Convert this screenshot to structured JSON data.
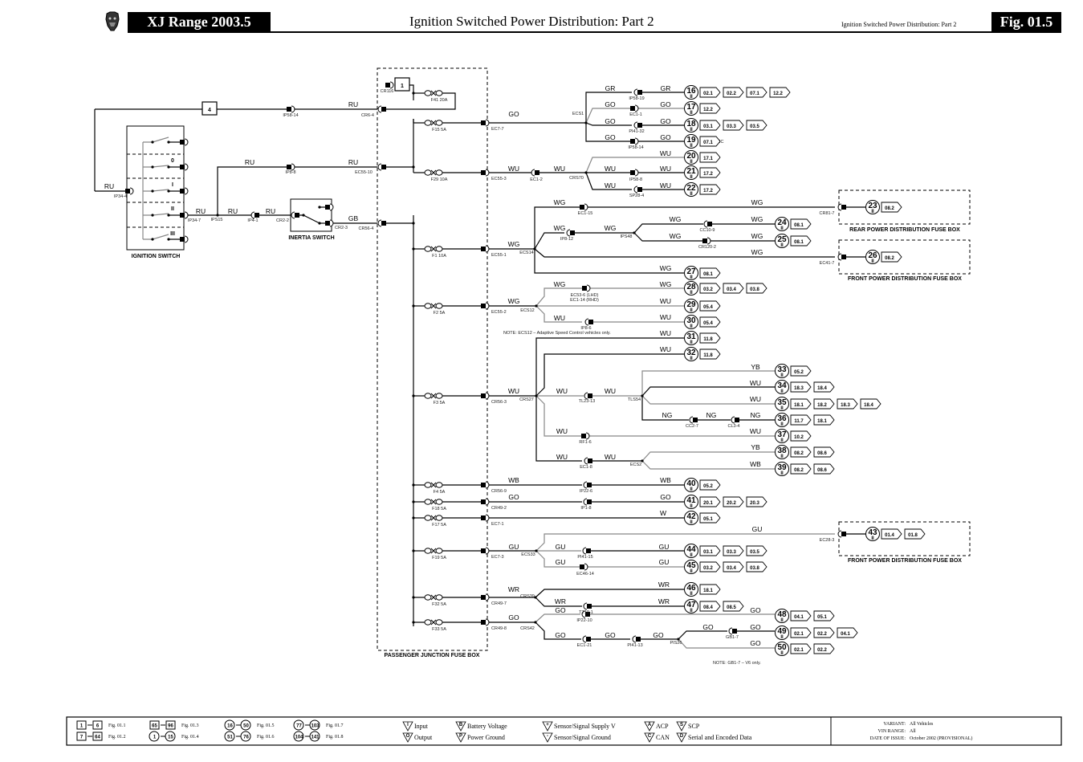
{
  "header": {
    "range": "XJ Range 2003.5",
    "title": "Ignition Switched Power Distribution: Part 2",
    "subtitle": "Ignition Switched Power Distribution: Part 2",
    "fig": "Fig. 01.5",
    "logo_icon": "jaguar-head-icon"
  },
  "components": {
    "ignition_switch": "IGNITION SWITCH",
    "inertia_switch": "INERTIA SWITCH",
    "passenger_box": "PASSENGER JUNCTION FUSE BOX",
    "rear_box": "REAR POWER DISTRIBUTION FUSE BOX",
    "front_box_1": "FRONT POWER DISTRIBUTION FUSE BOX",
    "front_box_2": "FRONT POWER DISTRIBUTION FUSE BOX",
    "switch_positions": [
      "0",
      "I",
      "II",
      "III"
    ]
  },
  "ref_boxes": [
    "4",
    "1"
  ],
  "fuses": [
    "F41 20A",
    "F15 5A",
    "F29 10A",
    "F1 10A",
    "F2 5A",
    "F3 5A",
    "F4 5A",
    "F18 5A",
    "F17 5A",
    "F19 5A",
    "F32 5A",
    "F33 5A"
  ],
  "wire_labels": [
    "RU",
    "RU",
    "RU",
    "RU",
    "RU",
    "RU",
    "RU",
    "GB",
    "GO",
    "WU",
    "WU",
    "GR",
    "GR",
    "GO",
    "GO",
    "GO",
    "GO",
    "GO",
    "GO",
    "WU",
    "WU",
    "WU",
    "WU",
    "WU",
    "WG",
    "WG",
    "WG",
    "WG",
    "WG",
    "WG",
    "WG",
    "WG",
    "WG",
    "WG",
    "WG",
    "WG",
    "WU",
    "WU",
    "WU",
    "WU",
    "WU",
    "WU",
    "WU",
    "WU",
    "YB",
    "WU",
    "WU",
    "NG",
    "NG",
    "NG",
    "WU",
    "WU",
    "WU",
    "WU",
    "YB",
    "WB",
    "WB",
    "WB",
    "GO",
    "GO",
    "W",
    "GU",
    "GU",
    "GU",
    "GU",
    "GU",
    "GU",
    "WR",
    "WR",
    "WR",
    "WR",
    "GO",
    "GO",
    "GO",
    "GO",
    "GO",
    "GO",
    "GO",
    "GO",
    "GO"
  ],
  "connectors": [
    "CR116",
    "IP58-14",
    "CR6-4",
    "IP34-4",
    "IP8-8",
    "EC55-10",
    "IP34-7",
    "IPS15",
    "IP4-1",
    "CR2-2",
    "CR2-3",
    "CR56-4",
    "EC7-7",
    "EC55-3",
    "EC1-2",
    "CRS70",
    "ECS1",
    "IP58-19",
    "EC1-1",
    "PI41-32",
    "IP58-14",
    "IP58-8",
    "SP28-4",
    "EC55-1",
    "ECS14",
    "EC1-15",
    "IP8-12",
    "IPS48",
    "CC10-9",
    "CR120-2",
    "CR81-7",
    "EC41-7",
    "EC55-2",
    "ECS12",
    "EC53-6 (LHD)",
    "EC1-14 (RHD)",
    "IP8-6",
    "CR56-3",
    "CRS27",
    "TL23-13",
    "TLS54",
    "CC2-7",
    "CL3-4",
    "RF1-6",
    "EC1-8",
    "ECS2",
    "CR56-9",
    "IP22-6",
    "CR49-2",
    "IP1-8",
    "EC7-1",
    "EC7-3",
    "ECS33",
    "PI41-15",
    "EC46-14",
    "EC28-3",
    "CR49-7",
    "CRS39",
    "TT10-1",
    "CR49-8",
    "CRS42",
    "IP22-10",
    "EC1-21",
    "PI41-13",
    "PIS26",
    "GB1-7"
  ],
  "notes": {
    "ecs12": "NOTE: ECS12 – Adaptive Speed Control vehicles only.",
    "gb1": "NOTE: GB1-7 – V6 only.",
    "ic": "IC"
  },
  "outputs": [
    {
      "n": "16",
      "refs": [
        "02.1",
        "02.2",
        "07.1",
        "12.2"
      ]
    },
    {
      "n": "17",
      "refs": [
        "12.2"
      ]
    },
    {
      "n": "18",
      "refs": [
        "03.1",
        "03.3",
        "03.5"
      ]
    },
    {
      "n": "19",
      "refs": [
        "07.1"
      ]
    },
    {
      "n": "20",
      "refs": [
        "17.1"
      ]
    },
    {
      "n": "21",
      "refs": [
        "17.2"
      ]
    },
    {
      "n": "22",
      "refs": [
        "17.2"
      ]
    },
    {
      "n": "23",
      "refs": [
        "08.2"
      ]
    },
    {
      "n": "24",
      "refs": [
        "08.1"
      ]
    },
    {
      "n": "25",
      "refs": [
        "08.1"
      ]
    },
    {
      "n": "26",
      "refs": [
        "08.2"
      ]
    },
    {
      "n": "27",
      "refs": [
        "08.1"
      ]
    },
    {
      "n": "28",
      "refs": [
        "03.2",
        "03.4",
        "03.8"
      ]
    },
    {
      "n": "29",
      "refs": [
        "05.4"
      ]
    },
    {
      "n": "30",
      "refs": [
        "05.4"
      ]
    },
    {
      "n": "31",
      "refs": [
        "11.8"
      ]
    },
    {
      "n": "32",
      "refs": [
        "11.8"
      ]
    },
    {
      "n": "33",
      "refs": [
        "05.2"
      ]
    },
    {
      "n": "34",
      "refs": [
        "18.3",
        "18.4"
      ]
    },
    {
      "n": "35",
      "refs": [
        "18.1",
        "18.2",
        "18.3",
        "18.4"
      ]
    },
    {
      "n": "36",
      "refs": [
        "11.7",
        "18.1"
      ]
    },
    {
      "n": "37",
      "refs": [
        "10.2"
      ]
    },
    {
      "n": "38",
      "refs": [
        "08.2",
        "08.6"
      ]
    },
    {
      "n": "39",
      "refs": [
        "08.2",
        "08.6"
      ]
    },
    {
      "n": "40",
      "refs": [
        "05.2"
      ]
    },
    {
      "n": "41",
      "refs": [
        "20.1",
        "20.2",
        "20.3"
      ]
    },
    {
      "n": "42",
      "refs": [
        "05.1"
      ]
    },
    {
      "n": "43",
      "refs": [
        "01.4",
        "01.8"
      ]
    },
    {
      "n": "44",
      "refs": [
        "03.1",
        "03.3",
        "03.5"
      ]
    },
    {
      "n": "45",
      "refs": [
        "03.2",
        "03.4",
        "03.8"
      ]
    },
    {
      "n": "46",
      "refs": [
        "18.1"
      ]
    },
    {
      "n": "47",
      "refs": [
        "08.4",
        "08.5"
      ]
    },
    {
      "n": "48",
      "refs": [
        "04.1",
        "05.1"
      ]
    },
    {
      "n": "49",
      "refs": [
        "02.1",
        "02.2",
        "04.1"
      ]
    },
    {
      "n": "50",
      "refs": [
        "02.1",
        "02.2"
      ]
    }
  ],
  "output_class": "II",
  "footer": {
    "legend_ranges": [
      {
        "a": "1",
        "b": "6",
        "fig": "Fig. 01.1",
        "shape": "box"
      },
      {
        "a": "7",
        "b": "64",
        "fig": "Fig. 01.2",
        "shape": "box"
      },
      {
        "a": "65",
        "b": "96",
        "fig": "Fig. 01.3",
        "shape": "box"
      },
      {
        "a": "1",
        "b": "15",
        "fig": "Fig. 01.4",
        "shape": "circle"
      },
      {
        "a": "16",
        "b": "50",
        "fig": "Fig. 01.5",
        "shape": "circle"
      },
      {
        "a": "51",
        "b": "76",
        "fig": "Fig. 01.6",
        "shape": "circle"
      },
      {
        "a": "77",
        "b": "103",
        "fig": "Fig. 01.7",
        "shape": "circle"
      },
      {
        "a": "104",
        "b": "141",
        "fig": "Fig. 01.8",
        "shape": "circle"
      }
    ],
    "symbols": [
      {
        "g": "I",
        "label": "Input"
      },
      {
        "g": "O",
        "label": "Output"
      },
      {
        "g": "B",
        "label": "Battery Voltage"
      },
      {
        "g": "P",
        "label": "Power Ground"
      },
      {
        "g": "+",
        "label": "Sensor/Signal Supply V"
      },
      {
        "g": "-",
        "label": "Sensor/Signal Ground"
      },
      {
        "g": "A",
        "label": "ACP"
      },
      {
        "g": "C",
        "label": "CAN"
      },
      {
        "g": "S",
        "label": "SCP"
      },
      {
        "g": "D",
        "label": "Serial and Encoded Data"
      }
    ],
    "variant_label": "VARIANT:",
    "variant": "All Vehicles",
    "vin_label": "VIN RANGE:",
    "vin": "All",
    "date_label": "DATE OF ISSUE:",
    "date": "October 2002 (PROVISIONAL)"
  }
}
